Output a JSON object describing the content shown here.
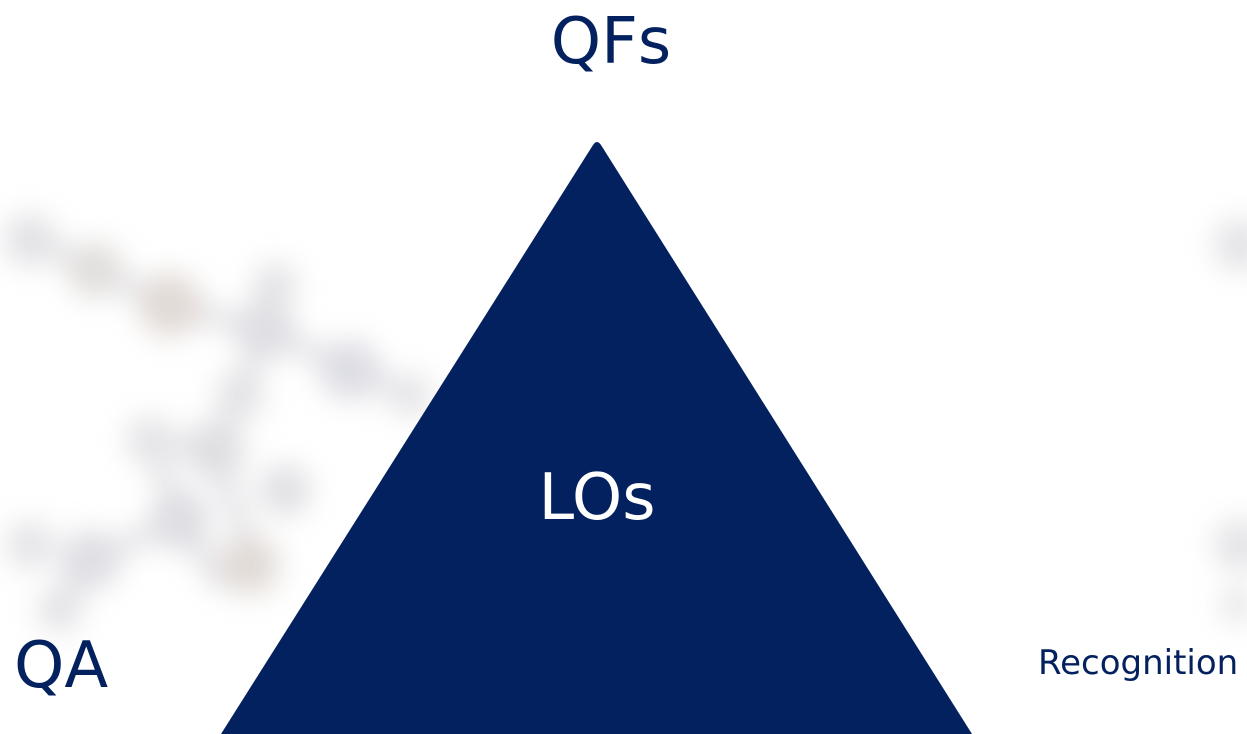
{
  "diagram": {
    "top_label": "QFs",
    "center_label": "LOs",
    "left_label": "QA",
    "right_label": "Recognition"
  },
  "colors": {
    "triangle_fill": "#03215E",
    "outer_text": "#03215E",
    "inner_text": "#FFFFFF",
    "background": "#FFFFFF",
    "watermark": "#B8B8BE"
  }
}
